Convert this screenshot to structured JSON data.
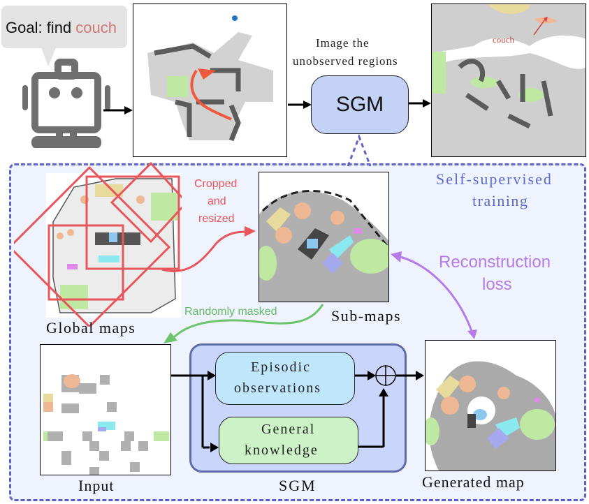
{
  "goal_bubble": {
    "prefix": "Goal: find ",
    "target": "couch"
  },
  "top_row": {
    "caption_line1": "Image the",
    "caption_line2": "unobserved regions",
    "sgm_label": "SGM",
    "result_annotation": "couch"
  },
  "training_panel": {
    "title_line1": "Self-supervised",
    "title_line2": "training",
    "crop_label_line1": "Cropped",
    "crop_label_line2": "and",
    "crop_label_line3": "resized",
    "global_maps_label": "Global maps",
    "sub_maps_label": "Sub-maps",
    "random_mask_label": "Randomly masked",
    "recon_loss_line1": "Reconstruction",
    "recon_loss_line2": "loss",
    "input_label": "Input",
    "sgm_block": {
      "label": "SGM",
      "episodic_line1": "Episodic",
      "episodic_line2": "observations",
      "general_line1": "General",
      "general_line2": "knowledge",
      "combine_symbol": "⊕"
    },
    "generated_label": "Generated map"
  },
  "colors": {
    "bubble_bg": "#e3e3e3",
    "couch_text": "#cf7a76",
    "robot_gray": "#6f6f6f",
    "sgm_fill": "#c3d2f5",
    "panel_bg": "#eef3fd",
    "panel_border": "#5f63c4",
    "self_sup_text": "#5a6ad0",
    "crop_red": "#e8555a",
    "mask_green": "#6cc46c",
    "recon_purple": "#b57be8",
    "sgm_block_fill": "#c9d5fb",
    "sgm_block_border": "#5f6aa8",
    "episodic_fill": "#bfe6fb",
    "general_fill": "#cdf2c8",
    "map_gray": "#cfcfcf",
    "map_dark": "#5b5b5b",
    "map_green": "#bfe8a3",
    "map_peach": "#efb894",
    "map_tan": "#e8d99c",
    "map_blue": "#8ec7ee",
    "map_cyan": "#8be8ee",
    "map_violet": "#a7a9ee",
    "map_pink": "#e08ae8",
    "trajectory": "#f05a3c",
    "goal_dot": "#1f77c4"
  }
}
